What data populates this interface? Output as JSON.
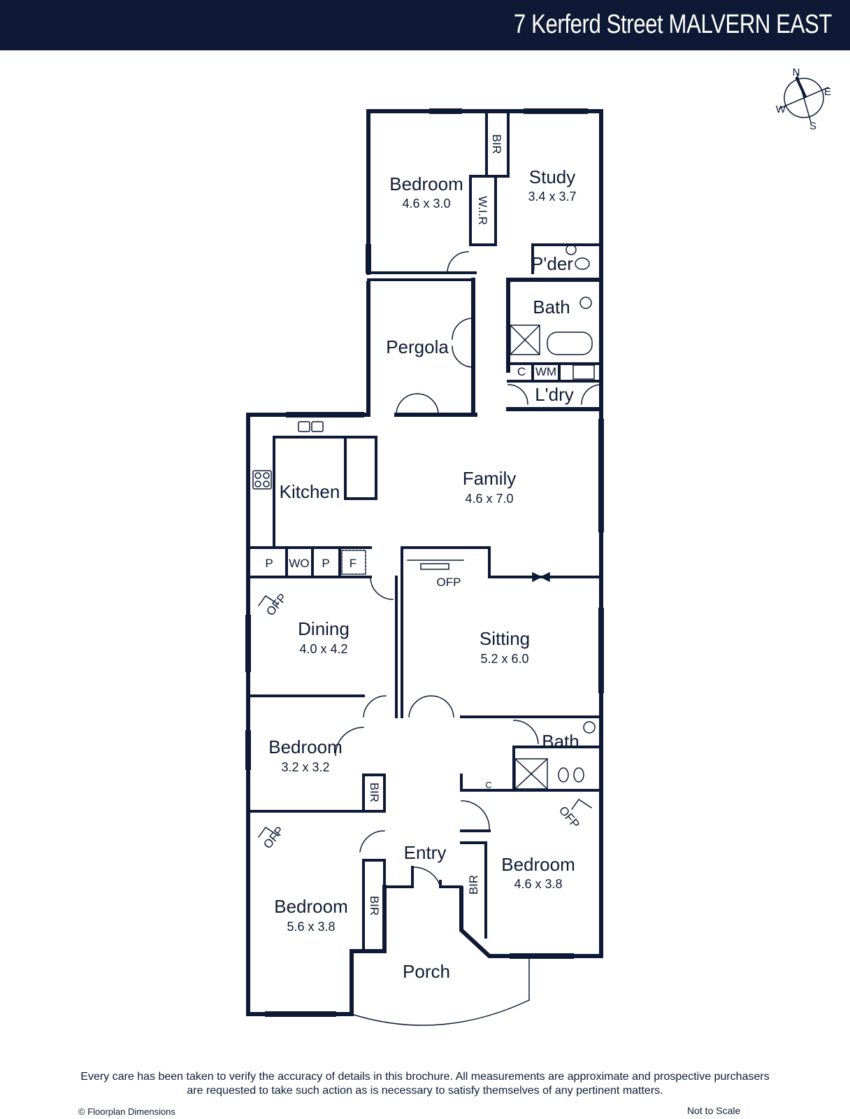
{
  "header": {
    "title": "7 Kerferd Street MALVERN EAST"
  },
  "compass": {
    "n": "N",
    "e": "E",
    "s": "S",
    "w": "W"
  },
  "rooms": {
    "bedroom_top": {
      "name": "Bedroom",
      "dim": "4.6 x 3.0"
    },
    "study": {
      "name": "Study",
      "dim": "3.4 x 3.7"
    },
    "pder": {
      "name": "P'der"
    },
    "bath_top": {
      "name": "Bath"
    },
    "pergola": {
      "name": "Pergola"
    },
    "laundry": {
      "name": "L'dry"
    },
    "kitchen": {
      "name": "Kitchen"
    },
    "family": {
      "name": "Family",
      "dim": "4.6 x 7.0"
    },
    "dining": {
      "name": "Dining",
      "dim": "4.0 x 4.2"
    },
    "sitting": {
      "name": "Sitting",
      "dim": "5.2 x 6.0"
    },
    "bedroom_mid": {
      "name": "Bedroom",
      "dim": "3.2 x 3.2"
    },
    "bath_bottom": {
      "name": "Bath"
    },
    "entry": {
      "name": "Entry"
    },
    "bedroom_bl": {
      "name": "Bedroom",
      "dim": "5.6 x 3.8"
    },
    "bedroom_br": {
      "name": "Bedroom",
      "dim": "4.6 x 3.8"
    },
    "porch": {
      "name": "Porch"
    }
  },
  "fixtures": {
    "bir": "BIR",
    "wir": "W.I.R",
    "c": "C",
    "wm": "WM",
    "p": "P",
    "wo": "WO",
    "f": "F",
    "ofp": "OFP"
  },
  "footer": {
    "disclaimer_line1": "Every care has been taken to verify the accuracy of details in this brochure. All measurements are approximate and prospective purchasers",
    "disclaimer_line2": "are requested to take such action as is necessary to satisfy themselves of any pertinent matters.",
    "credit": "© Floorplan Dimensions",
    "scale_note": "Not to Scale"
  }
}
